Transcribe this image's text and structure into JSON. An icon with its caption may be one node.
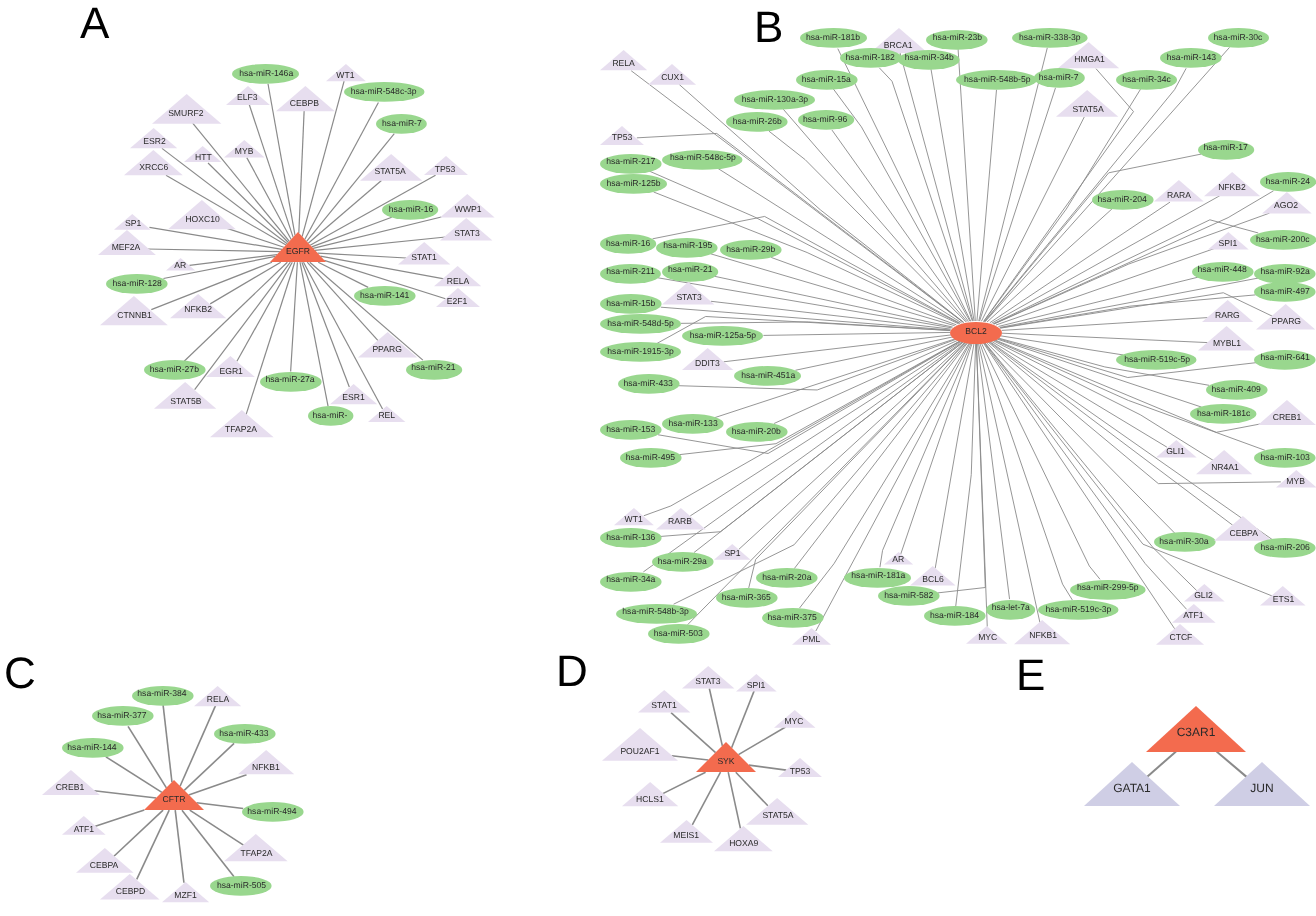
{
  "diagram": {
    "nodes": [
      {
        "text": [
          "EGFR"
        ]
      },
      {
        "text": [
          "hsa-miR-146a"
        ]
      },
      {
        "text": [
          "WT1"
        ]
      },
      {
        "text": [
          "ELF3"
        ]
      },
      {
        "text": [
          "hsa-miR-548c-3p"
        ]
      },
      {
        "text": [
          "SMURF2"
        ]
      },
      {
        "text": [
          "hsa-miR-7"
        ]
      },
      {
        "text": [
          "CEBPB"
        ]
      },
      {
        "text": [
          "ESR2"
        ]
      },
      {
        "text": [
          "TP53"
        ]
      },
      {
        "text": [
          "MYB"
        ]
      },
      {
        "text": [
          "HTT"
        ]
      },
      {
        "text": [
          "XRCC6"
        ]
      },
      {
        "text": [
          "STAT5A"
        ]
      },
      {
        "text": [
          "WWP1"
        ]
      },
      {
        "text": [
          "hsa-miR-16"
        ]
      },
      {
        "text": [
          "SP1"
        ]
      },
      {
        "text": [
          "HOXC10"
        ]
      },
      {
        "text": [
          "STAT3"
        ]
      },
      {
        "text": [
          "MEF2A"
        ]
      },
      {
        "text": [
          "STAT1"
        ]
      },
      {
        "text": [
          "RELA"
        ]
      },
      {
        "text": [
          "AR"
        ]
      },
      {
        "text": [
          "hsa-miR-141"
        ]
      },
      {
        "text": [
          "hsa-miR-128"
        ]
      },
      {
        "text": [
          "NFKB2"
        ]
      },
      {
        "text": [
          "E2F1"
        ]
      },
      {
        "text": [
          "CTNNB1"
        ]
      },
      {
        "text": [
          "hsa-miR-27a"
        ]
      },
      {
        "text": [
          "PPARG"
        ]
      },
      {
        "text": [
          "EGR1"
        ]
      },
      {
        "text": [
          "hsa-miR-21"
        ]
      },
      {
        "text": [
          "hsa-miR-27b"
        ]
      },
      {
        "text": [
          "STAT5B"
        ]
      },
      {
        "text": [
          "REL"
        ]
      },
      {
        "text": [
          "ESR1"
        ]
      },
      {
        "text": [
          "TFAP2A"
        ]
      },
      {
        "text": [
          "hsa-miR-"
        ]
      },
      {
        "text": [
          "BCL2"
        ]
      },
      {
        "text": [
          "TP53"
        ]
      },
      {
        "text": [
          "RELA"
        ]
      },
      {
        "text": [
          "hsa-miR-181b"
        ]
      },
      {
        "text": [
          "BRCA1"
        ]
      },
      {
        "text": [
          "hsa-miR-217"
        ]
      },
      {
        "text": [
          "hsa-miR-23b"
        ]
      },
      {
        "text": [
          "hsa-miR-15a"
        ]
      },
      {
        "text": [
          "CUX1"
        ]
      },
      {
        "text": [
          "hsa-miR-182"
        ]
      },
      {
        "text": [
          "hsa-miR-125b"
        ]
      },
      {
        "text": [
          "hsa-miR-338-3p"
        ]
      },
      {
        "text": [
          "hsa-miR-548c-5p"
        ]
      },
      {
        "text": [
          "hsa-miR-34b"
        ]
      },
      {
        "text": [
          "hsa-miR-16"
        ]
      },
      {
        "text": [
          "HMGA1"
        ]
      },
      {
        "text": [
          "hsa-miR-195"
        ]
      },
      {
        "text": [
          "hsa-miR-7"
        ]
      },
      {
        "text": [
          "hsa-miR-26b"
        ]
      },
      {
        "text": [
          "hsa-miR-130a-3p"
        ]
      },
      {
        "text": [
          "hsa-miR-211"
        ]
      },
      {
        "text": [
          "hsa-miR-30c"
        ]
      },
      {
        "text": [
          "hsa-miR-548b-5p"
        ]
      },
      {
        "text": [
          "hsa-miR-21"
        ]
      },
      {
        "text": [
          "hsa-miR-143"
        ]
      },
      {
        "text": [
          "hsa-miR-29b"
        ]
      },
      {
        "text": [
          "hsa-miR-15b"
        ]
      },
      {
        "text": [
          "hsa-miR-34c"
        ]
      },
      {
        "text": [
          "hsa-miR-17"
        ]
      },
      {
        "text": [
          "hsa-miR-96"
        ]
      },
      {
        "text": [
          "STAT5A"
        ]
      },
      {
        "text": [
          "hsa-miR-548d-5p"
        ]
      },
      {
        "text": [
          "hsa-miR-1915-3p"
        ]
      },
      {
        "text": [
          "hsa-miR-24"
        ]
      },
      {
        "text": [
          "NFKB2"
        ]
      },
      {
        "text": [
          "hsa-miR-125a-5p"
        ]
      },
      {
        "text": [
          "hsa-miR-204"
        ]
      },
      {
        "text": [
          "RARA"
        ]
      },
      {
        "text": [
          "STAT3"
        ]
      },
      {
        "text": [
          "hsa-miR-433"
        ]
      },
      {
        "text": [
          "DDIT3"
        ]
      },
      {
        "text": [
          "AGO2"
        ]
      },
      {
        "text": [
          "SPI1"
        ]
      },
      {
        "text": [
          "hsa-miR-451a"
        ]
      },
      {
        "text": [
          "hsa-miR-200c"
        ]
      },
      {
        "text": [
          "hsa-miR-153"
        ]
      },
      {
        "text": [
          "hsa-miR-448"
        ]
      },
      {
        "text": [
          "RARG"
        ]
      },
      {
        "text": [
          "hsa-miR-133"
        ]
      },
      {
        "text": [
          "hsa-miR-20b"
        ]
      },
      {
        "text": [
          "hsa-miR-92a"
        ]
      },
      {
        "text": [
          "hsa-miR-497"
        ]
      },
      {
        "text": [
          "hsa-miR-495"
        ]
      },
      {
        "text": [
          "RARB"
        ]
      },
      {
        "text": [
          "hsa-miR-409"
        ]
      },
      {
        "text": [
          "WT1"
        ]
      },
      {
        "text": [
          "hsa-miR-519c-5p"
        ]
      },
      {
        "text": [
          "PPARG"
        ]
      },
      {
        "text": [
          "hsa-miR-20a"
        ]
      },
      {
        "text": [
          "hsa-miR-136"
        ]
      },
      {
        "text": [
          "MYBL1"
        ]
      },
      {
        "text": [
          "hsa-miR-299-5p"
        ]
      },
      {
        "text": [
          "hsa-miR-641"
        ]
      },
      {
        "text": [
          "SP1"
        ]
      },
      {
        "text": [
          "hsa-miR-34a"
        ]
      },
      {
        "text": [
          "hsa-miR-29a"
        ]
      },
      {
        "text": [
          "GLI1"
        ]
      },
      {
        "text": [
          "hsa-miR-181c"
        ]
      },
      {
        "text": [
          "CREB1"
        ]
      },
      {
        "text": [
          "AR"
        ]
      },
      {
        "text": [
          "hsa-miR-30a"
        ]
      },
      {
        "text": [
          "hsa-miR-548b-3p"
        ]
      },
      {
        "text": [
          "hsa-miR-365"
        ]
      },
      {
        "text": [
          "hsa-let-7a"
        ]
      },
      {
        "text": [
          "hsa-miR-103"
        ]
      },
      {
        "text": [
          "NR4A1"
        ]
      },
      {
        "text": [
          "hsa-miR-503"
        ]
      },
      {
        "text": [
          "hsa-miR-181a"
        ]
      },
      {
        "text": [
          "CEBPA"
        ]
      },
      {
        "text": [
          "MYB"
        ]
      },
      {
        "text": [
          "hsa-miR-375"
        ]
      },
      {
        "text": [
          "BCL6"
        ]
      },
      {
        "text": [
          "GLI2"
        ]
      },
      {
        "text": [
          "hsa-miR-206"
        ]
      },
      {
        "text": [
          "hsa-miR-519c-3p"
        ]
      },
      {
        "text": [
          "PML"
        ]
      },
      {
        "text": [
          "ETS1"
        ]
      },
      {
        "text": [
          "hsa-miR-582"
        ]
      },
      {
        "text": [
          "ATF1"
        ]
      },
      {
        "text": [
          "hsa-miR-184"
        ]
      },
      {
        "text": [
          "CTCF"
        ]
      },
      {
        "text": [
          "MYC"
        ]
      },
      {
        "text": [
          "NFKB1"
        ]
      },
      {
        "text": [
          "CFTR"
        ]
      },
      {
        "text": [
          "hsa-miR-384"
        ]
      },
      {
        "text": [
          "RELA"
        ]
      },
      {
        "text": [
          "hsa-miR-377"
        ]
      },
      {
        "text": [
          "hsa-miR-433"
        ]
      },
      {
        "text": [
          "hsa-miR-144"
        ]
      },
      {
        "text": [
          "NFKB1"
        ]
      },
      {
        "text": [
          "CREB1"
        ]
      },
      {
        "text": [
          "hsa-miR-494"
        ]
      },
      {
        "text": [
          "ATF1"
        ]
      },
      {
        "text": [
          "TFAP2A"
        ]
      },
      {
        "text": [
          "CEBPA"
        ]
      },
      {
        "text": [
          "hsa-miR-505"
        ]
      },
      {
        "text": [
          "CEBPD"
        ]
      },
      {
        "text": [
          "MZF1"
        ]
      },
      {
        "text": [
          "SYK"
        ]
      },
      {
        "text": [
          "STAT3"
        ]
      },
      {
        "text": [
          "SPI1"
        ]
      },
      {
        "text": [
          "STAT1"
        ]
      },
      {
        "text": [
          "MYC"
        ]
      },
      {
        "text": [
          "POU2AF1"
        ]
      },
      {
        "text": [
          "TP53"
        ]
      },
      {
        "text": [
          "HCLS1"
        ]
      },
      {
        "text": [
          "STAT5A"
        ]
      },
      {
        "text": [
          "MEIS1"
        ]
      },
      {
        "text": [
          "HOXA9"
        ]
      },
      {
        "text": [
          "C3AR1"
        ]
      },
      {
        "text": [
          "GATA1"
        ]
      },
      {
        "text": [
          "JUN"
        ]
      }
    ],
    "edges": [
      {
        "from": 0,
        "to": 1,
        "arrow": "none"
      },
      {
        "from": 0,
        "to": 2,
        "arrow": "none"
      },
      {
        "from": 0,
        "to": 3,
        "arrow": "none"
      },
      {
        "from": 0,
        "to": 4,
        "arrow": "none"
      },
      {
        "from": 0,
        "to": 5,
        "arrow": "none"
      },
      {
        "from": 0,
        "to": 6,
        "arrow": "none"
      },
      {
        "from": 0,
        "to": 7,
        "arrow": "none"
      },
      {
        "from": 0,
        "to": 8,
        "arrow": "none"
      },
      {
        "from": 0,
        "to": 9,
        "arrow": "none"
      },
      {
        "from": 0,
        "to": 10,
        "arrow": "none"
      },
      {
        "from": 0,
        "to": 11,
        "arrow": "none"
      },
      {
        "from": 0,
        "to": 12,
        "arrow": "none"
      },
      {
        "from": 0,
        "to": 13,
        "arrow": "none"
      },
      {
        "from": 0,
        "to": 14,
        "arrow": "none"
      },
      {
        "from": 0,
        "to": 15,
        "arrow": "none"
      },
      {
        "from": 0,
        "to": 16,
        "arrow": "none"
      },
      {
        "from": 0,
        "to": 17,
        "arrow": "none"
      },
      {
        "from": 0,
        "to": 18,
        "arrow": "none"
      },
      {
        "from": 0,
        "to": 19,
        "arrow": "none"
      },
      {
        "from": 0,
        "to": 20,
        "arrow": "none"
      },
      {
        "from": 0,
        "to": 21,
        "arrow": "none"
      },
      {
        "from": 0,
        "to": 22,
        "arrow": "none"
      },
      {
        "from": 0,
        "to": 23,
        "arrow": "none"
      },
      {
        "from": 0,
        "to": 24,
        "arrow": "none"
      },
      {
        "from": 0,
        "to": 25,
        "arrow": "none"
      },
      {
        "from": 0,
        "to": 26,
        "arrow": "none"
      },
      {
        "from": 0,
        "to": 27,
        "arrow": "none"
      },
      {
        "from": 0,
        "to": 28,
        "arrow": "none"
      },
      {
        "from": 0,
        "to": 29,
        "arrow": "none"
      },
      {
        "from": 0,
        "to": 30,
        "arrow": "none"
      },
      {
        "from": 0,
        "to": 31,
        "arrow": "none"
      },
      {
        "from": 0,
        "to": 32,
        "arrow": "none"
      },
      {
        "from": 0,
        "to": 33,
        "arrow": "none"
      },
      {
        "from": 0,
        "to": 34,
        "arrow": "none"
      },
      {
        "from": 0,
        "to": 35,
        "arrow": "none"
      },
      {
        "from": 0,
        "to": 36,
        "arrow": "none"
      },
      {
        "from": 0,
        "to": 37,
        "arrow": "none"
      },
      {
        "from": 38,
        "to": 39,
        "arrow": "none"
      },
      {
        "from": 38,
        "to": 40,
        "arrow": "none"
      },
      {
        "from": 38,
        "to": 41,
        "arrow": "none"
      },
      {
        "from": 38,
        "to": 42,
        "arrow": "none"
      },
      {
        "from": 38,
        "to": 43,
        "arrow": "none"
      },
      {
        "from": 38,
        "to": 44,
        "arrow": "none"
      },
      {
        "from": 38,
        "to": 45,
        "arrow": "none"
      },
      {
        "from": 38,
        "to": 46,
        "arrow": "none"
      },
      {
        "from": 38,
        "to": 47,
        "arrow": "none"
      },
      {
        "from": 38,
        "to": 48,
        "arrow": "none"
      },
      {
        "from": 38,
        "to": 49,
        "arrow": "none"
      },
      {
        "from": 38,
        "to": 50,
        "arrow": "none"
      },
      {
        "from": 38,
        "to": 51,
        "arrow": "none"
      },
      {
        "from": 38,
        "to": 52,
        "arrow": "none"
      },
      {
        "from": 38,
        "to": 53,
        "arrow": "none"
      },
      {
        "from": 38,
        "to": 54,
        "arrow": "none"
      },
      {
        "from": 38,
        "to": 55,
        "arrow": "none"
      },
      {
        "from": 38,
        "to": 56,
        "arrow": "none"
      },
      {
        "from": 38,
        "to": 57,
        "arrow": "none"
      },
      {
        "from": 38,
        "to": 58,
        "arrow": "none"
      },
      {
        "from": 38,
        "to": 59,
        "arrow": "none"
      },
      {
        "from": 38,
        "to": 60,
        "arrow": "none"
      },
      {
        "from": 38,
        "to": 61,
        "arrow": "none"
      },
      {
        "from": 38,
        "to": 62,
        "arrow": "none"
      },
      {
        "from": 38,
        "to": 63,
        "arrow": "none"
      },
      {
        "from": 38,
        "to": 64,
        "arrow": "none"
      },
      {
        "from": 38,
        "to": 65,
        "arrow": "none"
      },
      {
        "from": 38,
        "to": 66,
        "arrow": "none"
      },
      {
        "from": 38,
        "to": 67,
        "arrow": "none"
      },
      {
        "from": 38,
        "to": 68,
        "arrow": "none"
      },
      {
        "from": 38,
        "to": 69,
        "arrow": "none"
      },
      {
        "from": 38,
        "to": 70,
        "arrow": "none"
      },
      {
        "from": 38,
        "to": 71,
        "arrow": "none"
      },
      {
        "from": 38,
        "to": 72,
        "arrow": "none"
      },
      {
        "from": 38,
        "to": 73,
        "arrow": "none"
      },
      {
        "from": 38,
        "to": 74,
        "arrow": "none"
      },
      {
        "from": 38,
        "to": 75,
        "arrow": "none"
      },
      {
        "from": 38,
        "to": 76,
        "arrow": "none"
      },
      {
        "from": 38,
        "to": 77,
        "arrow": "none"
      },
      {
        "from": 38,
        "to": 78,
        "arrow": "none"
      },
      {
        "from": 38,
        "to": 79,
        "arrow": "none"
      },
      {
        "from": 38,
        "to": 80,
        "arrow": "none"
      },
      {
        "from": 38,
        "to": 81,
        "arrow": "none"
      },
      {
        "from": 38,
        "to": 82,
        "arrow": "none"
      },
      {
        "from": 38,
        "to": 83,
        "arrow": "none"
      },
      {
        "from": 38,
        "to": 84,
        "arrow": "none"
      },
      {
        "from": 38,
        "to": 85,
        "arrow": "none"
      },
      {
        "from": 38,
        "to": 86,
        "arrow": "none"
      },
      {
        "from": 38,
        "to": 87,
        "arrow": "none"
      },
      {
        "from": 38,
        "to": 88,
        "arrow": "none"
      },
      {
        "from": 38,
        "to": 89,
        "arrow": "none"
      },
      {
        "from": 38,
        "to": 90,
        "arrow": "none"
      },
      {
        "from": 38,
        "to": 91,
        "arrow": "none"
      },
      {
        "from": 38,
        "to": 92,
        "arrow": "none"
      },
      {
        "from": 38,
        "to": 93,
        "arrow": "none"
      },
      {
        "from": 38,
        "to": 94,
        "arrow": "none"
      },
      {
        "from": 38,
        "to": 95,
        "arrow": "none"
      },
      {
        "from": 38,
        "to": 96,
        "arrow": "none"
      },
      {
        "from": 38,
        "to": 97,
        "arrow": "none"
      },
      {
        "from": 38,
        "to": 98,
        "arrow": "none"
      },
      {
        "from": 38,
        "to": 99,
        "arrow": "none"
      },
      {
        "from": 38,
        "to": 100,
        "arrow": "none"
      },
      {
        "from": 38,
        "to": 101,
        "arrow": "none"
      },
      {
        "from": 38,
        "to": 102,
        "arrow": "none"
      },
      {
        "from": 38,
        "to": 103,
        "arrow": "none"
      },
      {
        "from": 38,
        "to": 104,
        "arrow": "none"
      },
      {
        "from": 38,
        "to": 105,
        "arrow": "none"
      },
      {
        "from": 38,
        "to": 106,
        "arrow": "none"
      },
      {
        "from": 38,
        "to": 107,
        "arrow": "none"
      },
      {
        "from": 38,
        "to": 108,
        "arrow": "none"
      },
      {
        "from": 38,
        "to": 109,
        "arrow": "none"
      },
      {
        "from": 38,
        "to": 110,
        "arrow": "none"
      },
      {
        "from": 38,
        "to": 111,
        "arrow": "none"
      },
      {
        "from": 38,
        "to": 112,
        "arrow": "none"
      },
      {
        "from": 38,
        "to": 113,
        "arrow": "none"
      },
      {
        "from": 38,
        "to": 114,
        "arrow": "none"
      },
      {
        "from": 38,
        "to": 115,
        "arrow": "none"
      },
      {
        "from": 38,
        "to": 116,
        "arrow": "none"
      },
      {
        "from": 38,
        "to": 117,
        "arrow": "none"
      },
      {
        "from": 38,
        "to": 118,
        "arrow": "none"
      },
      {
        "from": 38,
        "to": 119,
        "arrow": "none"
      },
      {
        "from": 38,
        "to": 120,
        "arrow": "none"
      },
      {
        "from": 38,
        "to": 121,
        "arrow": "none"
      },
      {
        "from": 38,
        "to": 122,
        "arrow": "none"
      },
      {
        "from": 38,
        "to": 123,
        "arrow": "none"
      },
      {
        "from": 38,
        "to": 124,
        "arrow": "none"
      },
      {
        "from": 38,
        "to": 125,
        "arrow": "none"
      },
      {
        "from": 38,
        "to": 126,
        "arrow": "none"
      },
      {
        "from": 38,
        "to": 127,
        "arrow": "none"
      },
      {
        "from": 38,
        "to": 128,
        "arrow": "none"
      },
      {
        "from": 38,
        "to": 129,
        "arrow": "none"
      },
      {
        "from": 38,
        "to": 130,
        "arrow": "none"
      },
      {
        "from": 131,
        "to": 132,
        "arrow": "none"
      },
      {
        "from": 131,
        "to": 133,
        "arrow": "none"
      },
      {
        "from": 131,
        "to": 134,
        "arrow": "none"
      },
      {
        "from": 131,
        "to": 135,
        "arrow": "none"
      },
      {
        "from": 131,
        "to": 136,
        "arrow": "none"
      },
      {
        "from": 131,
        "to": 137,
        "arrow": "none"
      },
      {
        "from": 131,
        "to": 138,
        "arrow": "none"
      },
      {
        "from": 131,
        "to": 139,
        "arrow": "none"
      },
      {
        "from": 131,
        "to": 140,
        "arrow": "none"
      },
      {
        "from": 131,
        "to": 141,
        "arrow": "none"
      },
      {
        "from": 131,
        "to": 142,
        "arrow": "none"
      },
      {
        "from": 131,
        "to": 143,
        "arrow": "none"
      },
      {
        "from": 131,
        "to": 144,
        "arrow": "none"
      },
      {
        "from": 131,
        "to": 145,
        "arrow": "none"
      },
      {
        "from": 146,
        "to": 147,
        "arrow": "none"
      },
      {
        "from": 146,
        "to": 148,
        "arrow": "none"
      },
      {
        "from": 146,
        "to": 149,
        "arrow": "none"
      },
      {
        "from": 146,
        "to": 150,
        "arrow": "none"
      },
      {
        "from": 146,
        "to": 151,
        "arrow": "none"
      },
      {
        "from": 146,
        "to": 152,
        "arrow": "none"
      },
      {
        "from": 146,
        "to": 153,
        "arrow": "none"
      },
      {
        "from": 146,
        "to": 154,
        "arrow": "none"
      },
      {
        "from": 146,
        "to": 155,
        "arrow": "none"
      },
      {
        "from": 146,
        "to": 156,
        "arrow": "none"
      },
      {
        "from": 157,
        "to": 158,
        "arrow": "none"
      },
      {
        "from": 157,
        "to": 159,
        "arrow": "none"
      }
    ],
    "labels": [
      "A",
      "B",
      "C",
      "D",
      "E"
    ]
  }
}
